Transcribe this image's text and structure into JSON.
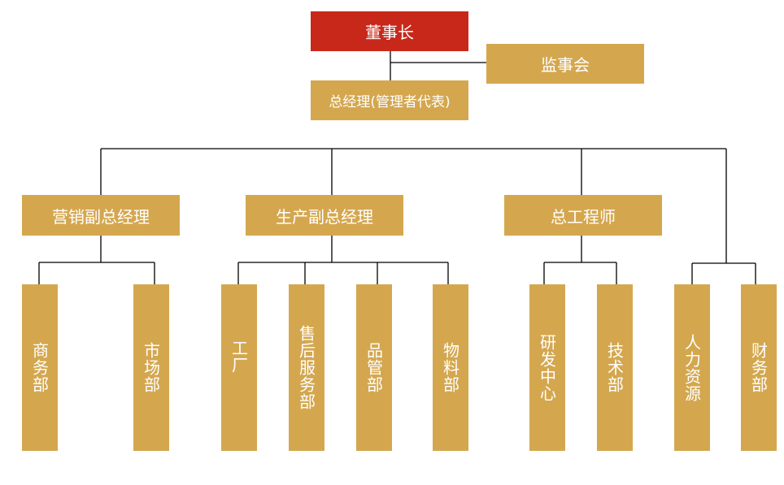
{
  "chairman": "董事长",
  "supervisors": "监事会",
  "general_manager": "总经理(管理者代表)",
  "vice": [
    {
      "label": "营销副总经理",
      "departments": [
        "商务部",
        "市场部"
      ]
    },
    {
      "label": "生产副总经理",
      "departments": [
        "工厂",
        "售后服务部",
        "品管部",
        "物料部"
      ]
    },
    {
      "label": "总工程师",
      "departments": [
        "研发中心",
        "技术部"
      ]
    }
  ],
  "direct_departments": [
    "人力资源",
    "财务部"
  ],
  "colors": {
    "primary": "#c8281a",
    "secondary": "#d4a74f",
    "line": "#000000"
  }
}
